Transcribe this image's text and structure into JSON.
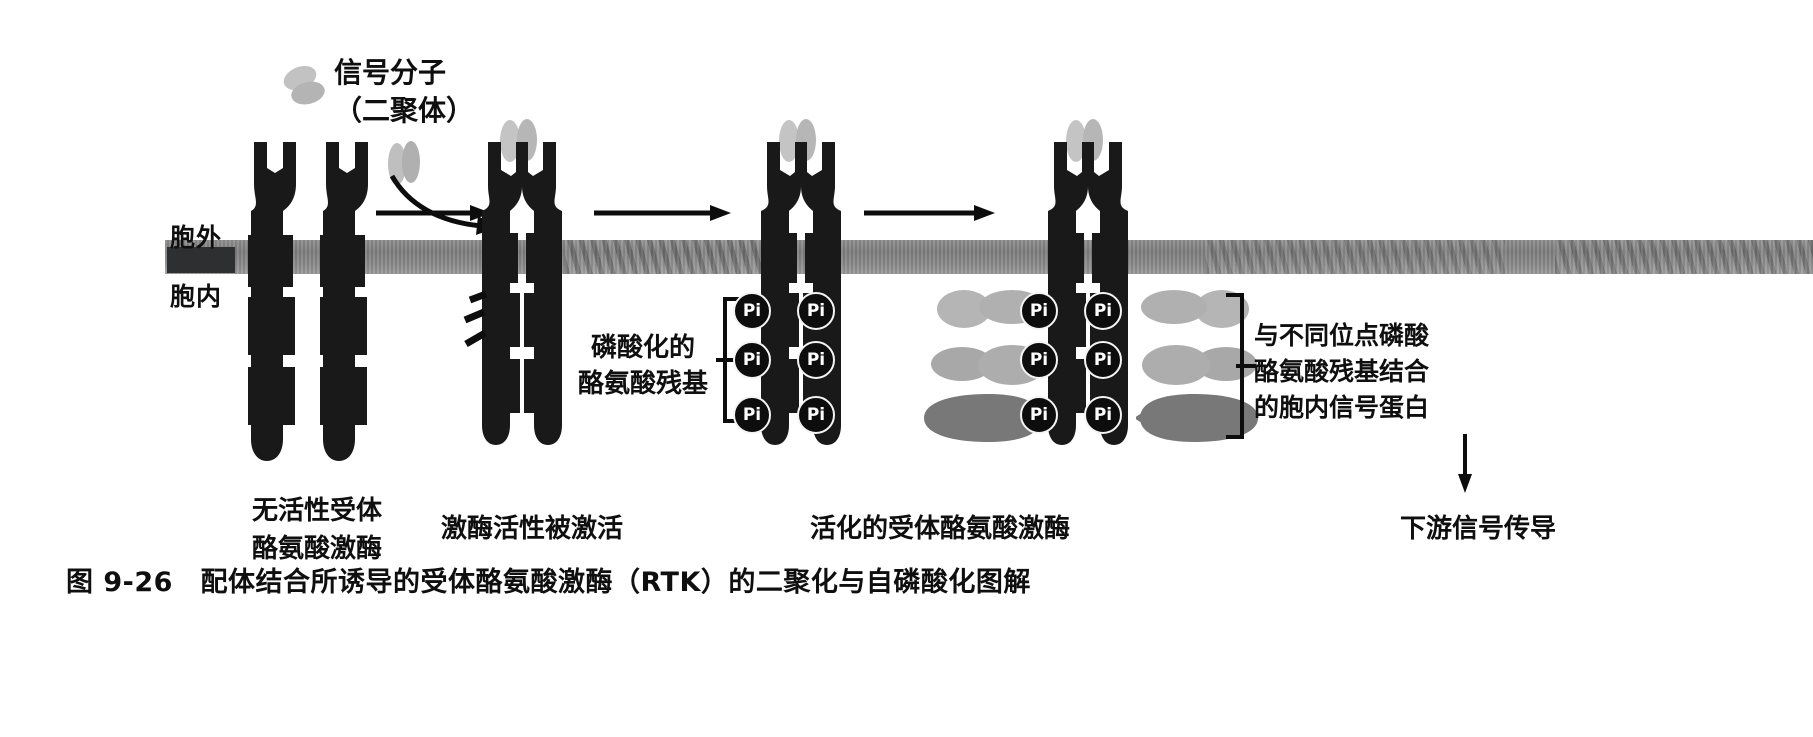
{
  "figure": {
    "caption": "图 9-26　配体结合所诱导的受体酪氨酸激酶（RTK）的二聚化与自磷酸化图解",
    "membrane": {
      "outside_label": "胞外",
      "inside_label": "胞内"
    },
    "annotations": {
      "signal_molecule_line1": "信号分子",
      "signal_molecule_line2": "（二聚体）",
      "phospho_line1": "磷酸化的",
      "phospho_line2": "酪氨酸残基",
      "binding_line1": "与不同位点磷酸",
      "binding_line2": "酪氨酸残基结合",
      "binding_line3": "的胞内信号蛋白"
    },
    "stage_captions": [
      {
        "line1": "无活性受体",
        "line2": "酪氨酸激酶"
      },
      {
        "line1": "激酶活性被激活",
        "line2": ""
      },
      {
        "line1": "活化的受体酪氨酸激酶",
        "line2": ""
      },
      {
        "line1": "下游信号传导",
        "line2": ""
      }
    ],
    "pi_badges": {
      "label": "Pi",
      "stage3_count": 6,
      "stage4_count": 6
    },
    "colors": {
      "receptor": "#191919",
      "membrane": "#858585",
      "ligand": "#b9b9b9",
      "signal_protein_light": "#b5b5b5",
      "signal_protein_mid": "#a8a8a8",
      "signal_protein_dark": "#787878",
      "pi_fill": "#0d0d0d",
      "pi_text": "#ffffff",
      "background": "#ffffff",
      "text": "#100f0f"
    }
  }
}
